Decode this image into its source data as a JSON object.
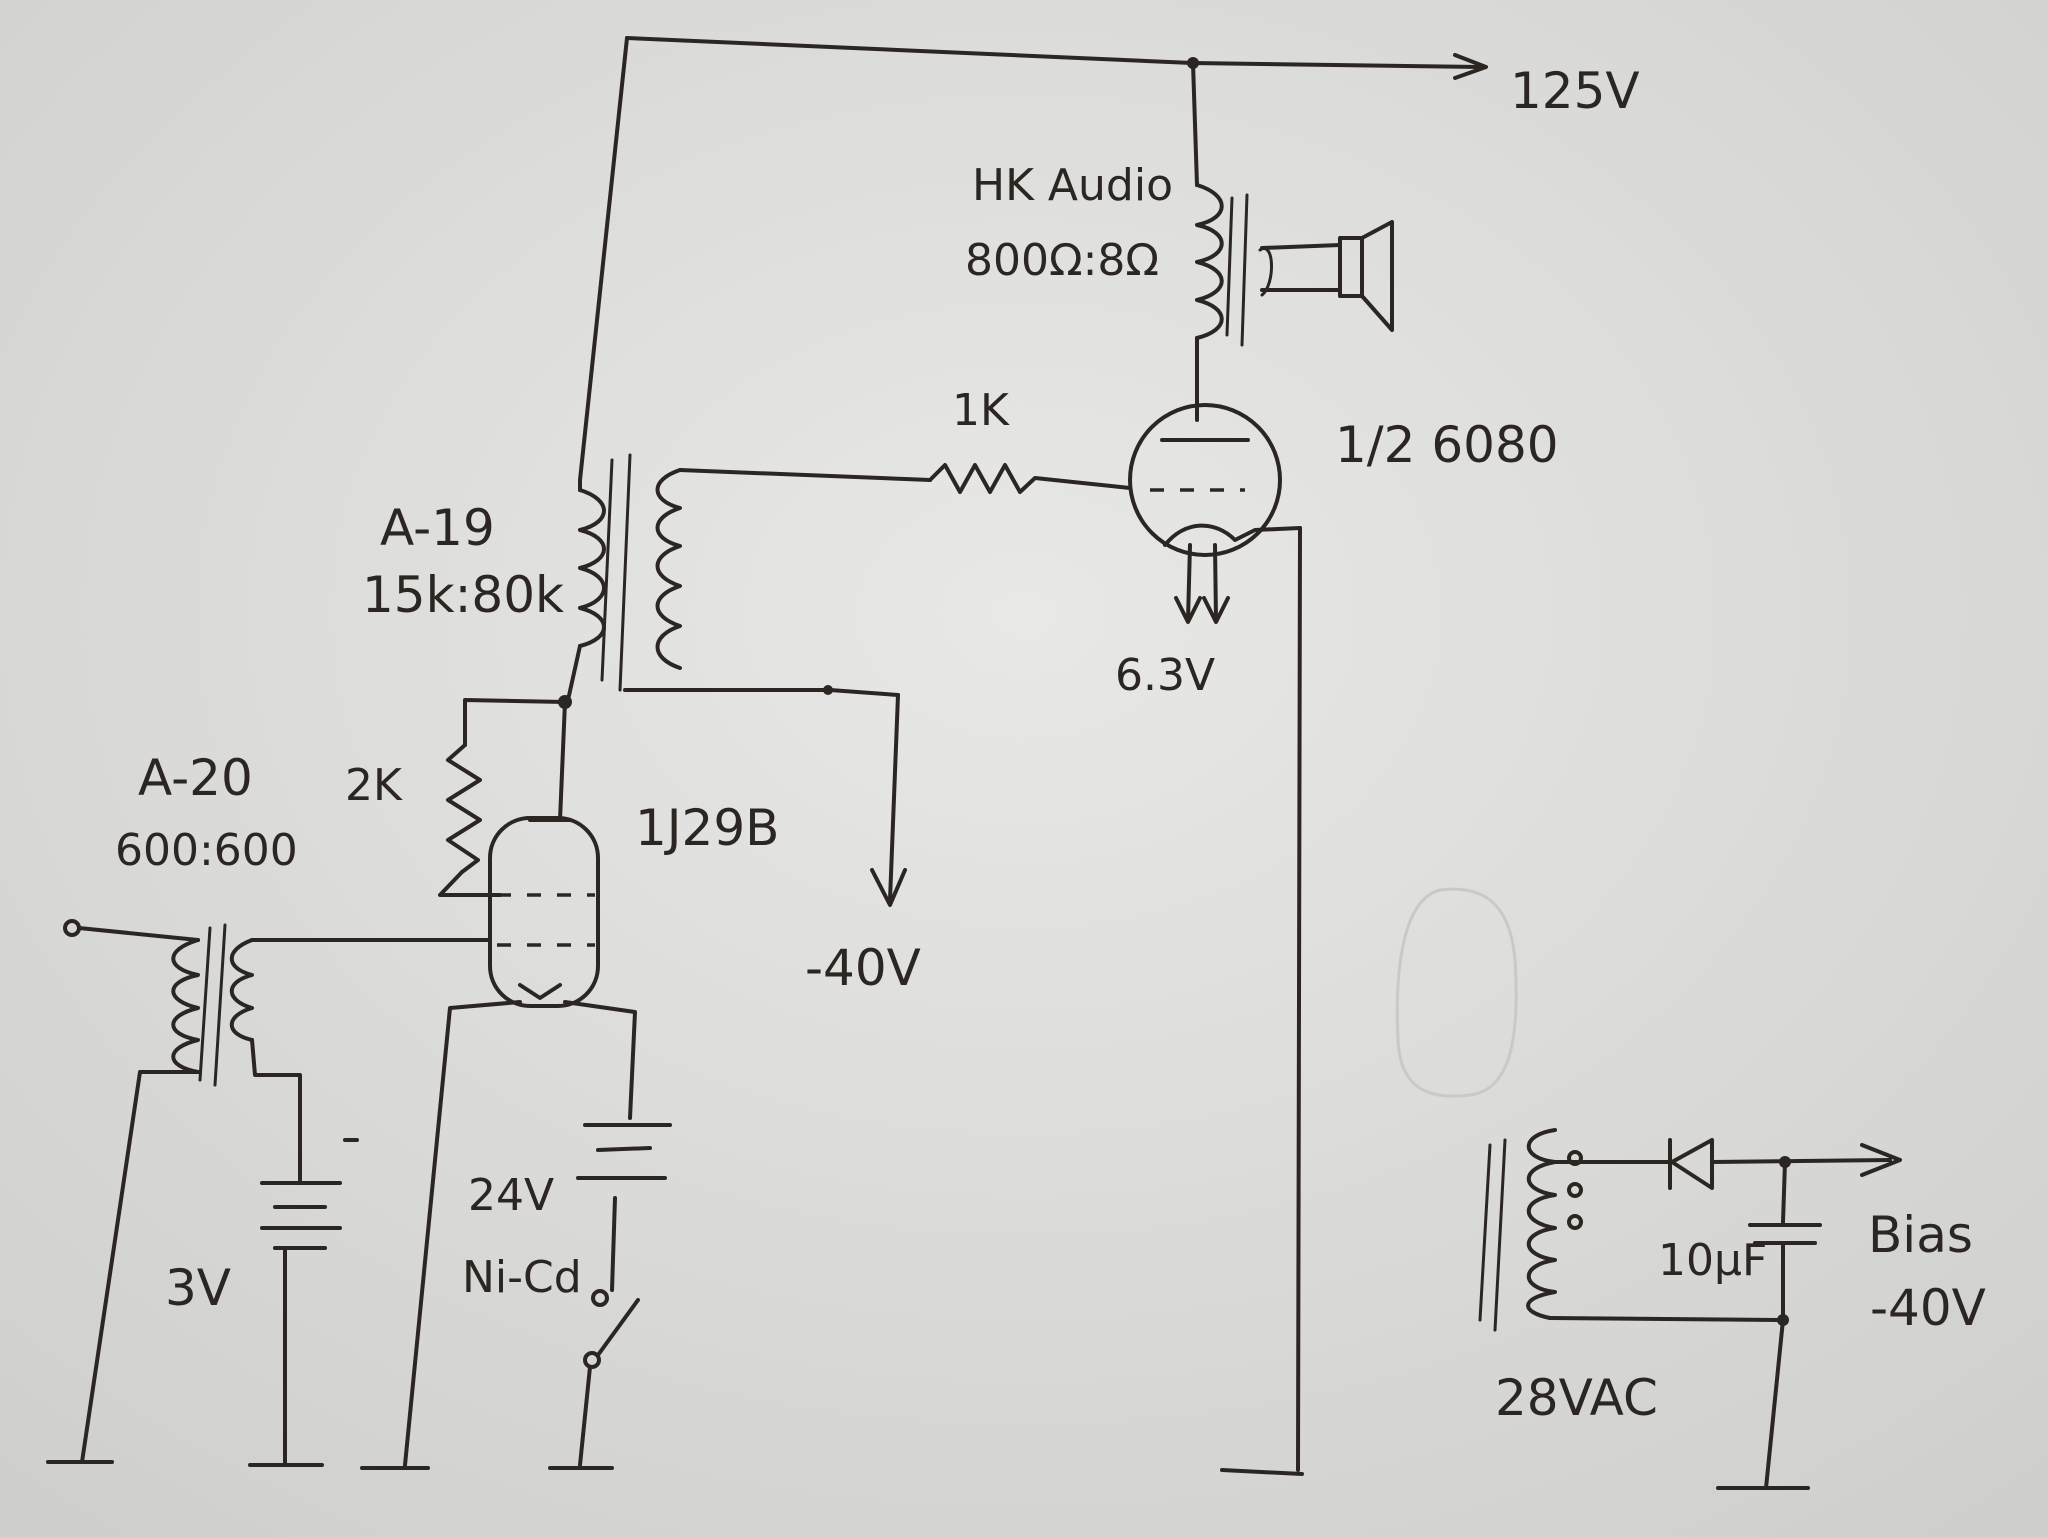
{
  "labels": {
    "supply_voltage": "125V",
    "output_transformer_name": "HK Audio",
    "output_transformer_ratio": "800Ω:8Ω",
    "output_tube": "1/2 6080",
    "grid_resistor": "1K",
    "interstage_transformer_name": "A-19",
    "interstage_transformer_ratio": "15k:80k",
    "heater_voltage": "6.3V",
    "input_transformer_name": "A-20",
    "input_transformer_ratio": "600:600",
    "plate_resistor": "2K",
    "input_tube": "1J29B",
    "negative_rail": "-40V",
    "bias_cell": "3V",
    "filament_battery_voltage": "24V",
    "filament_battery_type": "Ni-Cd",
    "bias_label": "Bias",
    "bias_voltage": "-40V",
    "capacitor": "10µF",
    "transformer_ac": "28VAC"
  },
  "colors": {
    "ink": "#2b2622",
    "paper": "#d9d9d7"
  }
}
